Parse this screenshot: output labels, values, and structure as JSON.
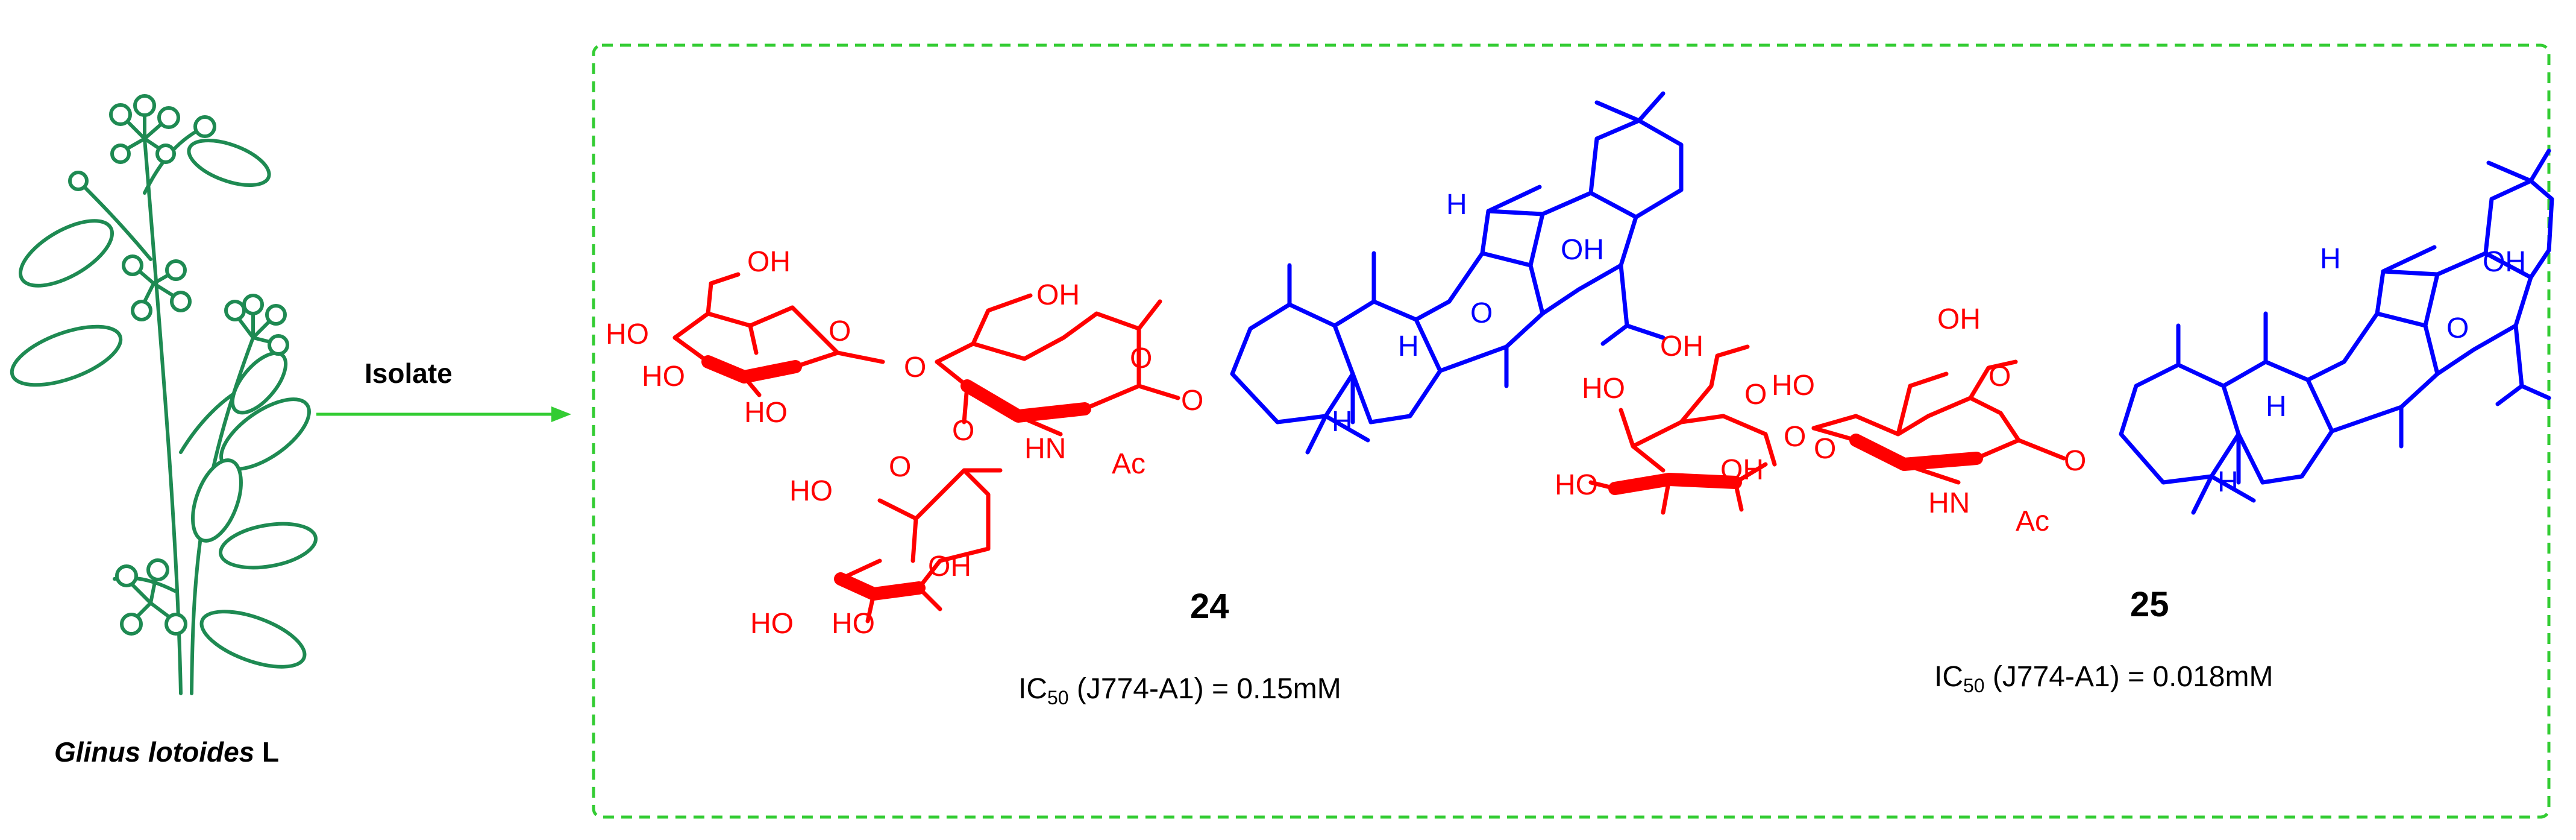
{
  "plant": {
    "name_italic": "Glinus lotoides",
    "name_suffix": " L"
  },
  "arrow": {
    "label": "Isolate",
    "color": "#33cc33"
  },
  "box": {
    "border_color": "#33cc33"
  },
  "colors": {
    "sugar": "#ff0000",
    "aglycone": "#0000ff",
    "text": "#000000"
  },
  "compounds": [
    {
      "id": "24",
      "ic50_prefix": "IC",
      "ic50_sub": "50",
      "ic50_rest": " (J774-A1) = 0.15mM",
      "labels": {
        "oh1": "OH",
        "ho1": "HO",
        "ho2": "HO",
        "o1": "O",
        "ho3": "HO",
        "o2": "O",
        "oh2": "OH",
        "o3": "O",
        "o4": "O",
        "hn": "HN",
        "ac": "Ac",
        "o5": "O",
        "ho4": "HO",
        "o6": "O",
        "oh3": "OH",
        "ho5": "HO",
        "ho6": "HO",
        "h1": "H",
        "h2": "H",
        "h3": "H",
        "oh4": "OH",
        "o7": "O"
      }
    },
    {
      "id": "25",
      "ic50_prefix": "IC",
      "ic50_sub": "50",
      "ic50_rest": " (J774-A1) = 0.018mM",
      "labels": {
        "oh1": "OH",
        "oh2": "OH",
        "ho1": "HO",
        "o1": "O",
        "o2": "O",
        "ho2": "HO",
        "oh3": "OH",
        "ho3": "HO",
        "o3": "O",
        "o4": "O",
        "hn": "HN",
        "ac": "Ac",
        "o5": "O",
        "h1": "H",
        "h2": "H",
        "h3": "H",
        "oh4": "OH",
        "o6": "O"
      }
    }
  ]
}
